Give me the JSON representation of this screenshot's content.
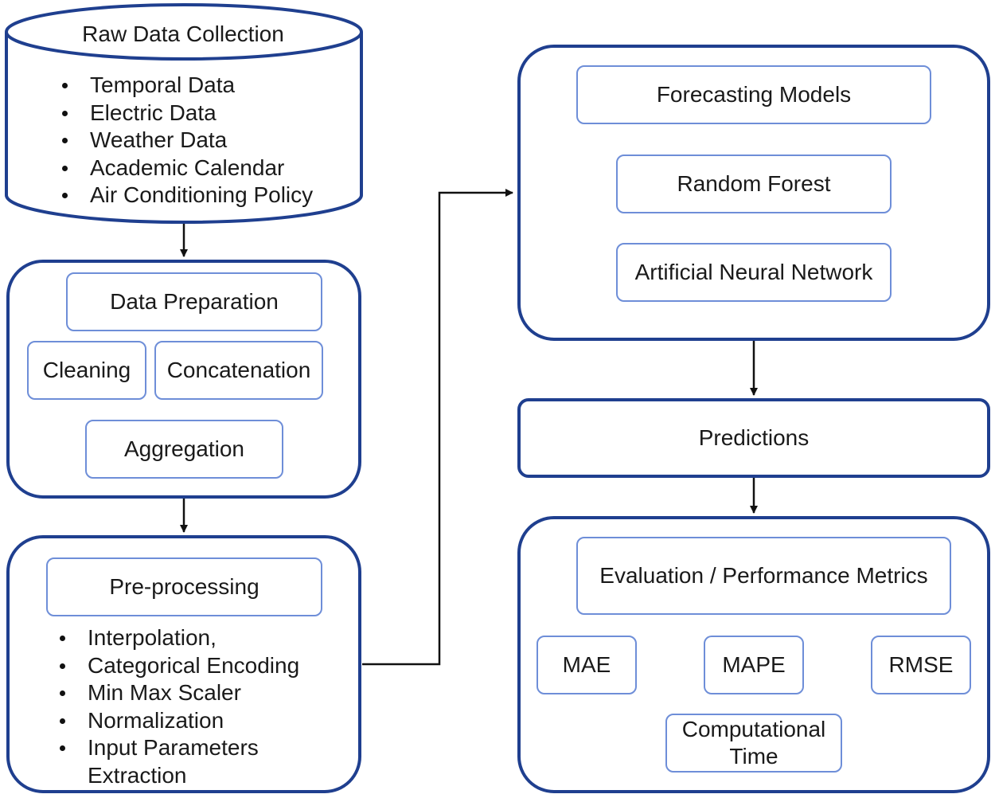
{
  "raw_data": {
    "title": "Raw Data Collection",
    "items": [
      "Temporal Data",
      "Electric Data",
      "Weather Data",
      "Academic Calendar",
      "Air Conditioning Policy"
    ]
  },
  "data_preparation": {
    "title": "Data Preparation",
    "cleaning": "Cleaning",
    "concatenation": "Concatenation",
    "aggregation": "Aggregation"
  },
  "preprocessing": {
    "title": "Pre-processing",
    "items": [
      "Interpolation,",
      "Categorical Encoding",
      "Min Max Scaler",
      "Normalization",
      "Input Parameters",
      "Extraction"
    ]
  },
  "forecasting": {
    "title": "Forecasting Models",
    "random_forest": "Random Forest",
    "ann": "Artificial Neural Network"
  },
  "predictions": {
    "title": "Predictions"
  },
  "evaluation": {
    "title": "Evaluation / Performance Metrics",
    "mae": "MAE",
    "mape": "MAPE",
    "rmse": "RMSE",
    "computational_time_line1": "Computational",
    "computational_time_line2": "Time"
  },
  "colors": {
    "outer_border": "#1f3f8f",
    "inner_border": "#6e8ed8",
    "arrow": "#111111"
  }
}
